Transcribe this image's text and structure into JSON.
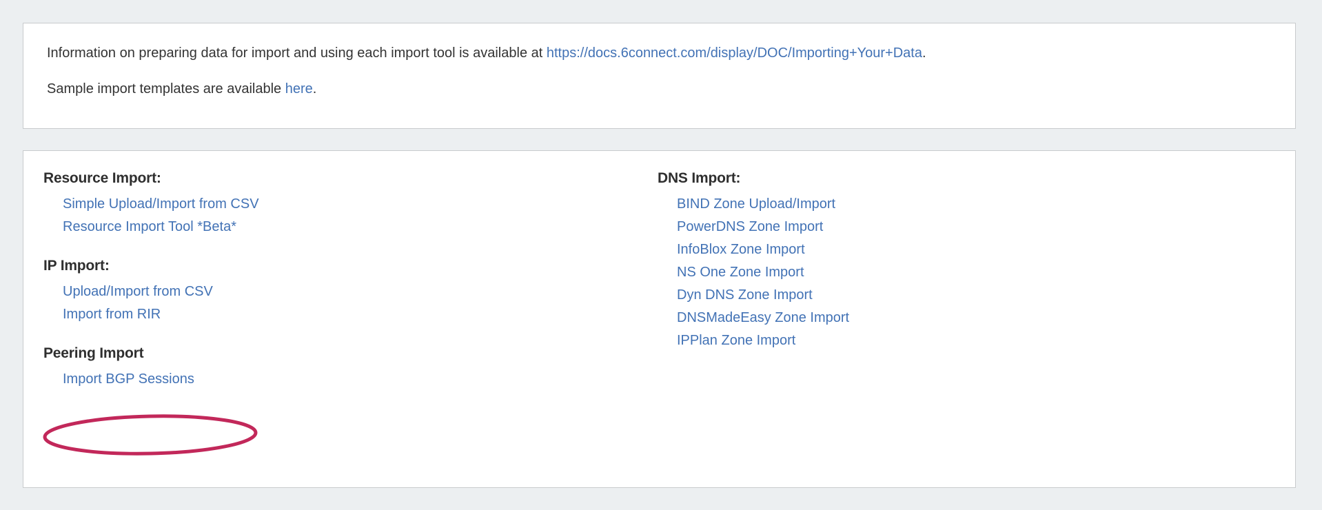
{
  "info_panel": {
    "paragraph1": {
      "prefix": "Information on preparing data for import and using each import tool is available at ",
      "link_text": "https://docs.6connect.com/display/DOC/Importing+Your+Data",
      "suffix": "."
    },
    "paragraph2": {
      "prefix": "Sample import templates are available ",
      "link_text": "here",
      "suffix": "."
    }
  },
  "tools_panel": {
    "left_column": [
      {
        "title": "Resource Import:",
        "links": [
          "Simple Upload/Import from CSV",
          "Resource Import Tool *Beta*"
        ]
      },
      {
        "title": "IP Import:",
        "links": [
          "Upload/Import from CSV",
          "Import from RIR"
        ]
      },
      {
        "title": "Peering Import",
        "links": [
          "Import BGP Sessions"
        ]
      }
    ],
    "right_column": [
      {
        "title": "DNS Import:",
        "links": [
          "BIND Zone Upload/Import",
          "PowerDNS Zone Import",
          "InfoBlox Zone Import",
          "NS One Zone Import",
          "Dyn DNS Zone Import",
          "DNSMadeEasy Zone Import",
          "IPPlan Zone Import"
        ]
      }
    ]
  },
  "annotation": {
    "target_label": "Import BGP Sessions",
    "shape": "ellipse",
    "color": "#c2285a"
  },
  "colors": {
    "page_background": "#eceff1",
    "panel_background": "#ffffff",
    "panel_border": "#c8cbcd",
    "link": "#4272b5",
    "text": "#333333",
    "heading": "#2f2f2f",
    "annotation": "#c2285a"
  }
}
